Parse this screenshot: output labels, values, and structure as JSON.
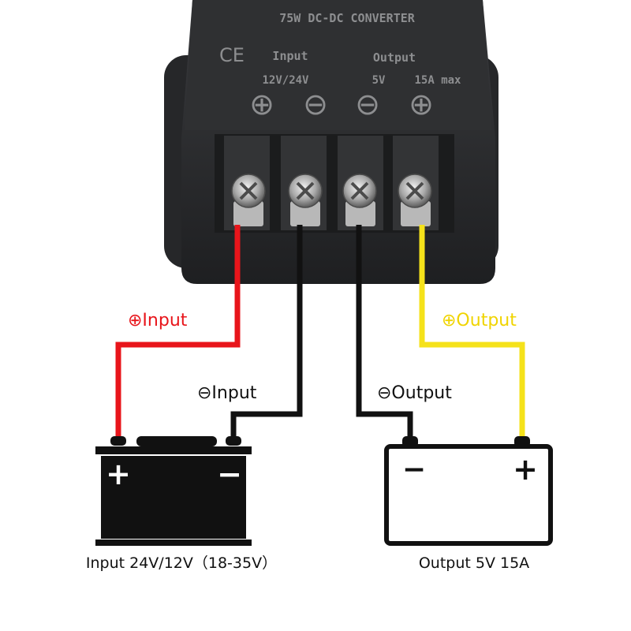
{
  "device": {
    "title": "75W DC-DC CONVERTER",
    "ce_mark": "CE",
    "input_heading": "Input",
    "output_heading": "Output",
    "input_rating": "12V/24V",
    "output_voltage": "5V",
    "output_current": "15A max",
    "terminal_symbols": [
      "⊕",
      "⊖",
      "⊖",
      "⊕"
    ]
  },
  "wires": {
    "input_positive_label": "⊕Input",
    "input_negative_label": "⊖Input",
    "output_negative_label": "⊖Output",
    "output_positive_label": "⊕Output"
  },
  "batteries": {
    "input_plus": "+",
    "input_minus": "−",
    "input_caption": "Input 24V/12V（18-35V）",
    "output_minus": "−",
    "output_plus": "+",
    "output_caption": "Output 5V  15A"
  },
  "colors": {
    "red_wire": "#e8151b",
    "black_wire": "#111111",
    "yellow_wire": "#f5e21a",
    "label_red": "#e8151b",
    "label_yellow": "#f0d400",
    "case": "#2a2b2d"
  }
}
